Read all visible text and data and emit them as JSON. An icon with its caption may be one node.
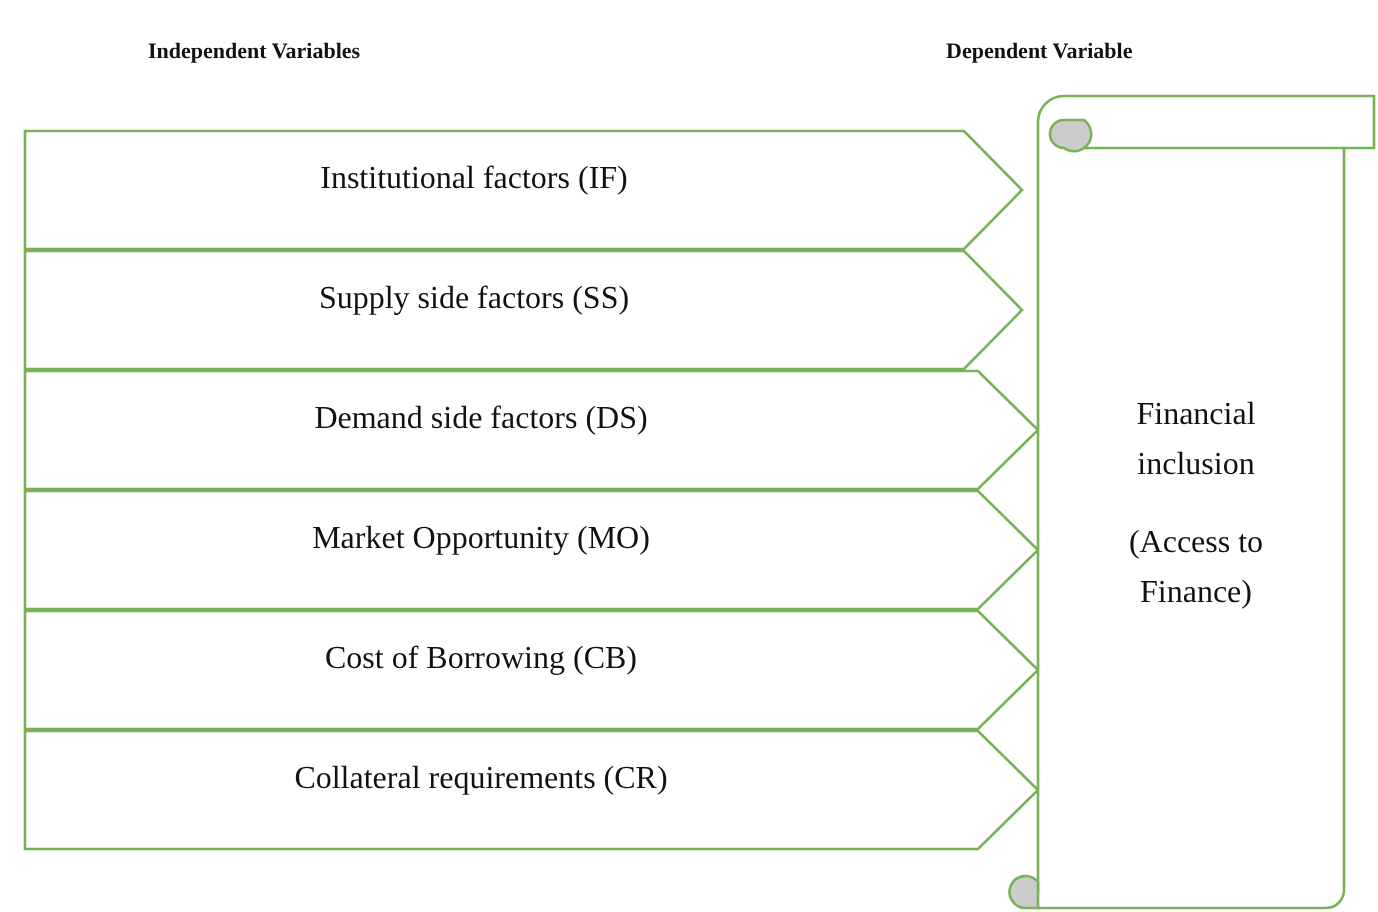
{
  "diagram": {
    "nodes": [
      {
        "text": [
          "Institutional factors (IF)"
        ]
      },
      {
        "text": [
          "Supply side factors (SS)"
        ]
      },
      {
        "text": [
          "Demand side factors (DS)"
        ]
      },
      {
        "text": [
          "Market Opportunity (MO)"
        ]
      },
      {
        "text": [
          "Cost of Borrowing (CB)"
        ]
      },
      {
        "text": [
          "Collateral requirements (CR)"
        ]
      },
      {
        "text": [
          "Financial inclusion",
          "(Access to Finance)"
        ]
      }
    ],
    "labels": [
      "Independent Variables",
      "Dependent Variable"
    ]
  }
}
